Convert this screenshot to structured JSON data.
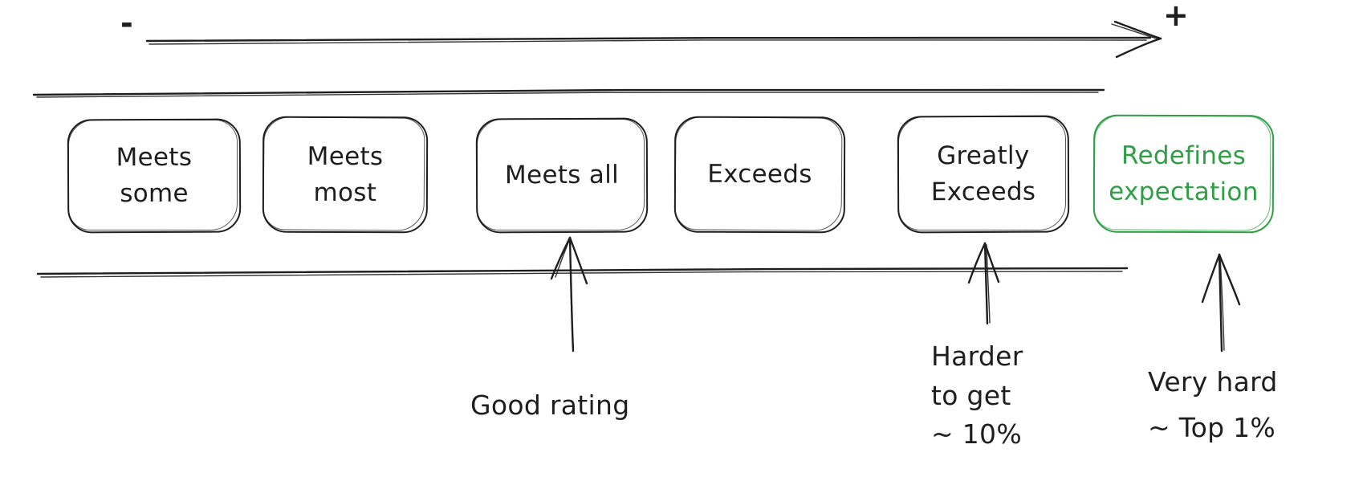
{
  "diagram": {
    "background": "#ffffff",
    "ink_color": "#1e1e1e",
    "highlight_color": "#2f9e44"
  },
  "axis": {
    "minus_label": "-",
    "plus_label": "+"
  },
  "rating_boxes": [
    {
      "label": "Meets\nsome",
      "highlighted": false
    },
    {
      "label": "Meets\nmost",
      "highlighted": false
    },
    {
      "label": "Meets all",
      "highlighted": false
    },
    {
      "label": "Exceeds",
      "highlighted": false
    },
    {
      "label": "Greatly\nExceeds",
      "highlighted": false
    },
    {
      "label": "Redefines\nexpectation",
      "highlighted": true
    }
  ],
  "annotations": {
    "good_rating": "Good rating",
    "harder_to_get": "Harder\nto get\n~ 10%",
    "very_hard": "Very hard\n~ Top 1%"
  }
}
